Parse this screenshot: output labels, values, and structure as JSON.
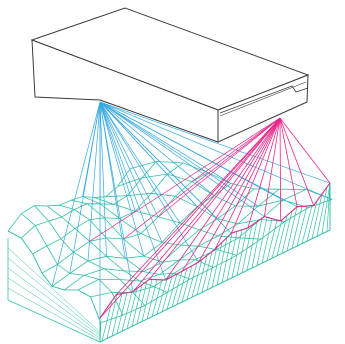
{
  "diagram": {
    "colors": {
      "background": "#ffffff",
      "device_fill": "#ffffff",
      "device_stroke": "#3a3a3a",
      "blue_rays": "#36a9e1",
      "pink_rays": "#e7298a",
      "terrain": "#35c0a6"
    },
    "parts": [
      "light-projector-device",
      "blue-ray-fan",
      "pink-ray-fan",
      "wireframe-terrain",
      "hatched-cross-section"
    ]
  }
}
